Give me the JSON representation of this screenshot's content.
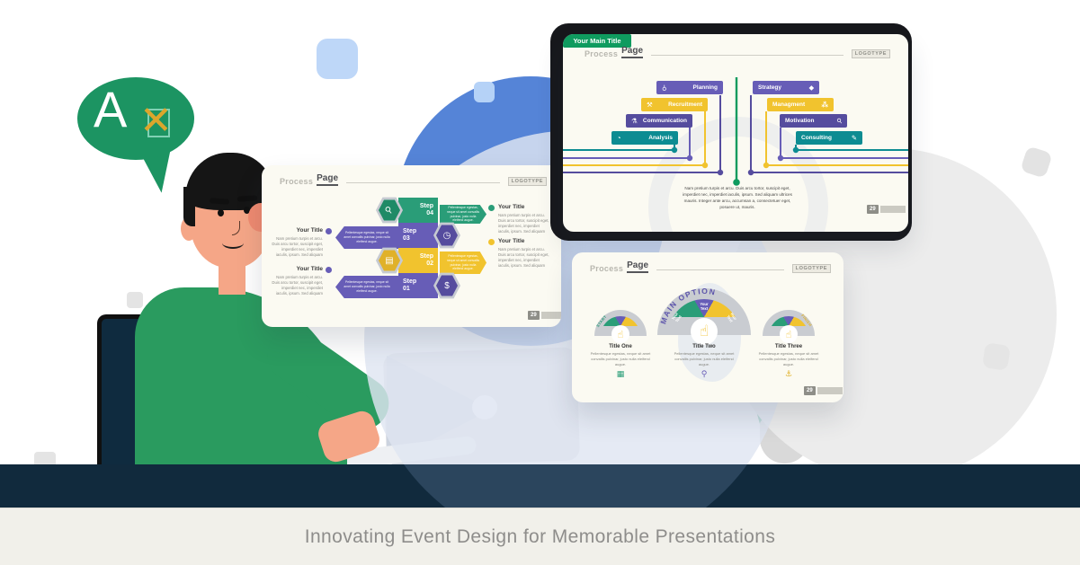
{
  "caption": "Innovating Event Design for Memorable Presentations",
  "speech_bubble": {
    "letter": "A",
    "x_mark": "✕"
  },
  "slide_header": {
    "title_light": "Process",
    "title_bold": "Page",
    "logotype": "LOGOTYPE"
  },
  "icons": {
    "bulb": "⚲",
    "handshake": "⚒",
    "flask": "⚗",
    "gauge": "◔",
    "drop": "⬥",
    "group": "⁂",
    "magnifier": "⚲",
    "pencil": "✎",
    "stopwatch": "◷",
    "coins": "▤",
    "moneybag": "$",
    "calculator": "▦",
    "lightbulb": "⚲",
    "anchor": "⚓",
    "hand": "☝"
  },
  "flow_slide": {
    "main_title": "Your Main Title",
    "left_boxes": [
      {
        "label": "Planning",
        "icon": "bulb",
        "color": "#675db7"
      },
      {
        "label": "Recruitment",
        "icon": "handshake",
        "color": "#f1c32e"
      },
      {
        "label": "Communication",
        "icon": "flask",
        "color": "#554c9e"
      },
      {
        "label": "Analysis",
        "icon": "gauge",
        "color": "#0d8c92"
      }
    ],
    "right_boxes": [
      {
        "label": "Strategy",
        "icon": "drop",
        "color": "#675db7"
      },
      {
        "label": "Managment",
        "icon": "group",
        "color": "#f1c32e"
      },
      {
        "label": "Motivation",
        "icon": "magnifier",
        "color": "#554c9e"
      },
      {
        "label": "Consulting",
        "icon": "pencil",
        "color": "#0d8c92"
      }
    ],
    "body_text": "Nam pretium turpis et arcu. Duis arcu tortor, suscipit eget, imperdiet nec, imperdiet iaculis, ipsum. Sed aliquam ultrices mauris. Integer ante arcu, accumsan a, consectetuer eget, posuere ut, mauris.",
    "page_number": "29",
    "line_colors": {
      "teal": "#0d8c92",
      "purple": "#675db7",
      "yellow": "#f1c32e",
      "indigo": "#554c9e",
      "green": "#0f9b5f"
    }
  },
  "steps_slide": {
    "steps": [
      {
        "word": "Step",
        "num": "04",
        "icon": "magnifier",
        "color": "#2a9d78"
      },
      {
        "word": "Step",
        "num": "03",
        "icon": "stopwatch",
        "color": "#675db7"
      },
      {
        "word": "Step",
        "num": "02",
        "icon": "coins",
        "color": "#f1c32e"
      },
      {
        "word": "Step",
        "num": "01",
        "icon": "moneybag",
        "color": "#675db7"
      }
    ],
    "arrow_text": "Pellentesque egestas, neque sit amet convallis pulvinar, justo nulla eleifend augue.",
    "side_label_title": "Your Title",
    "side_label_body": "Nam pretium turpis et arcu. Duis arcu tortor, suscipit eget, imperdiet nec, imperdiet iaculis, ipsum. Sed aliquam",
    "page_number": "29"
  },
  "gauge_slide": {
    "gauges": [
      {
        "arc_label": "START"
      },
      {
        "arc_label": "MAIN OPTION",
        "segment_label": "Your Text"
      },
      {
        "arc_label": "FINISH"
      }
    ],
    "titles": [
      {
        "title": "Title One",
        "body": "Pellentesque egestas, neque sit amet convallis pulvinar, justo nulla eleifend augue.",
        "icon": "calculator"
      },
      {
        "title": "Title Two",
        "body": "Pellentesque egestas, neque sit amet convallis pulvinar, justo nulla eleifend augue.",
        "icon": "lightbulb"
      },
      {
        "title": "Title Three",
        "body": "Pellentesque egestas, neque sit amet convallis pulvinar, justo nulla eleifend augue.",
        "icon": "anchor"
      }
    ],
    "page_number": "29"
  },
  "colors": {
    "desk": "#112a3d",
    "sweater": "#2a9b5f",
    "skin": "#f5a687",
    "bubble_green": "#1c9462",
    "gold": "#dba62c",
    "blue_circle": "#5584d7",
    "lavender": "#dfe5f2",
    "slide_bg": "#fbfaf2",
    "caption_bg": "#f1f0ea",
    "caption_text": "#8e8d8b"
  }
}
